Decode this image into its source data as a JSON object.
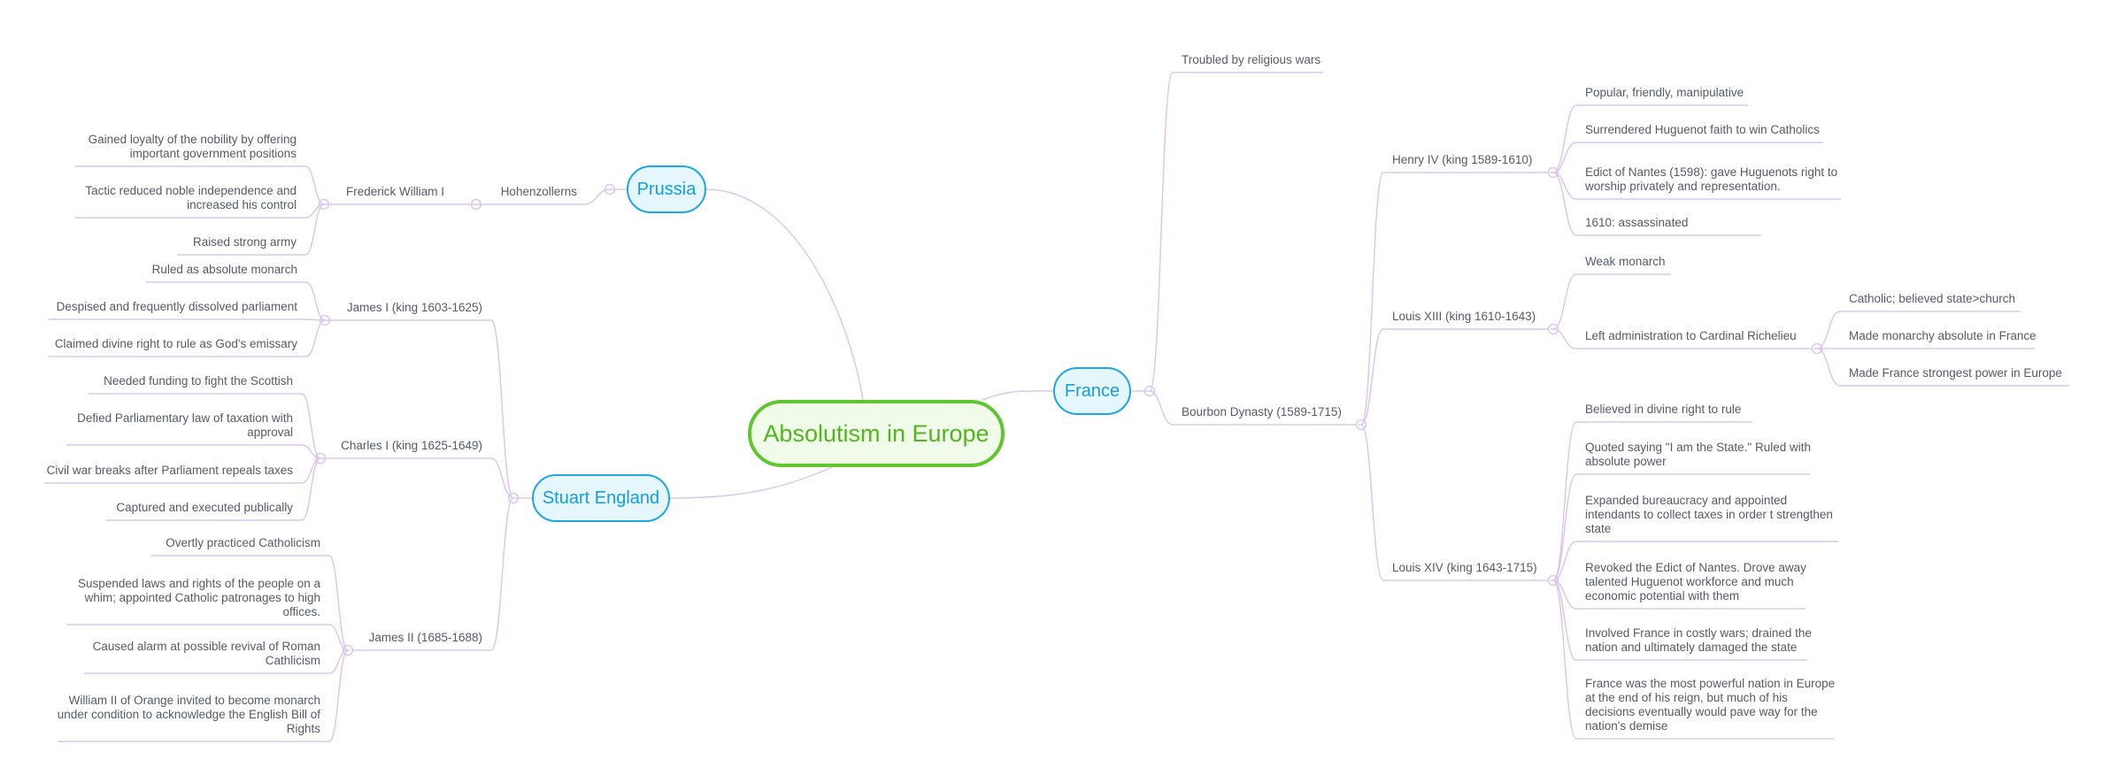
{
  "root": {
    "label": "Absolutism in Europe"
  },
  "branches": {
    "prussia": {
      "label": "Prussia",
      "hohenzollerns": {
        "label": "Hohenzollerns",
        "frederick": {
          "label": "Frederick William I",
          "items": [
            "Gained loyalty of the nobility by offering important government positions",
            "Tactic reduced noble independence and increased his control",
            "Raised strong army"
          ]
        }
      }
    },
    "stuart": {
      "label": "Stuart England",
      "james1": {
        "label": "James I (king 1603-1625)",
        "items": [
          "Ruled as absolute monarch",
          "Despised and frequently dissolved parliament",
          "Claimed divine right to rule as God's emissary"
        ]
      },
      "charles1": {
        "label": "Charles I (king 1625-1649)",
        "items": [
          "Needed funding to fight the Scottish",
          "Defied Parliamentary law of taxation with approval",
          "Civil war breaks after Parliament repeals taxes",
          "Captured and executed publically"
        ]
      },
      "james2": {
        "label": "James II (1685-1688)",
        "items": [
          "Overtly practiced Catholicism",
          "Suspended laws and rights of the people on a whim; appointed Catholic patronages to high offices.",
          "Caused alarm at possible revival of Roman Cathlicism",
          "William II of Orange invited to become monarch under condition to acknowledge the English Bill of Rights"
        ]
      }
    },
    "france": {
      "label": "France",
      "troubled": "Troubled by religious wars",
      "bourbon": {
        "label": "Bourbon Dynasty (1589-1715)",
        "henry": {
          "label": "Henry IV (king 1589-1610)",
          "items": [
            "Popular, friendly, manipulative",
            "Surrendered Huguenot faith to win Catholics",
            "Edict of Nantes (1598): gave Huguenots right to worship privately and representation.",
            "1610: assassinated"
          ]
        },
        "louis13": {
          "label": "Louis XIII (king 1610-1643)",
          "weak": "Weak monarch",
          "richelieu": {
            "label": "Left administration to Cardinal Richelieu",
            "items": [
              "Catholic; believed state>church",
              "Made monarchy absolute in France",
              "Made France strongest power in Europe"
            ]
          }
        },
        "louis14": {
          "label": "Louis XIV (king 1643-1715)",
          "items": [
            "Believed in divine right to rule",
            "Quoted saying \"I am the State.\" Ruled with absolute power",
            "Expanded bureaucracy and appointed intendants to collect taxes in order t strengthen state",
            "Revoked the Edict of Nantes. Drove away talented Huguenot workforce and much economic potential with them",
            "Involved France in costly wars; drained the nation and ultimately damaged the state",
            "France was the most powerful nation in Europe at the end of his reign, but much of his decisions eventually would pave way for the nation's demise"
          ]
        }
      }
    }
  },
  "colors": {
    "root_border": "#61c431",
    "root_fill": "#f0fbe9",
    "root_text": "#52b51e",
    "main_border": "#1fa6e6",
    "main_fill": "#e6f6fd",
    "main_text": "#139ee0",
    "connector": "#dcc7ec",
    "label_text": "#555a66"
  }
}
